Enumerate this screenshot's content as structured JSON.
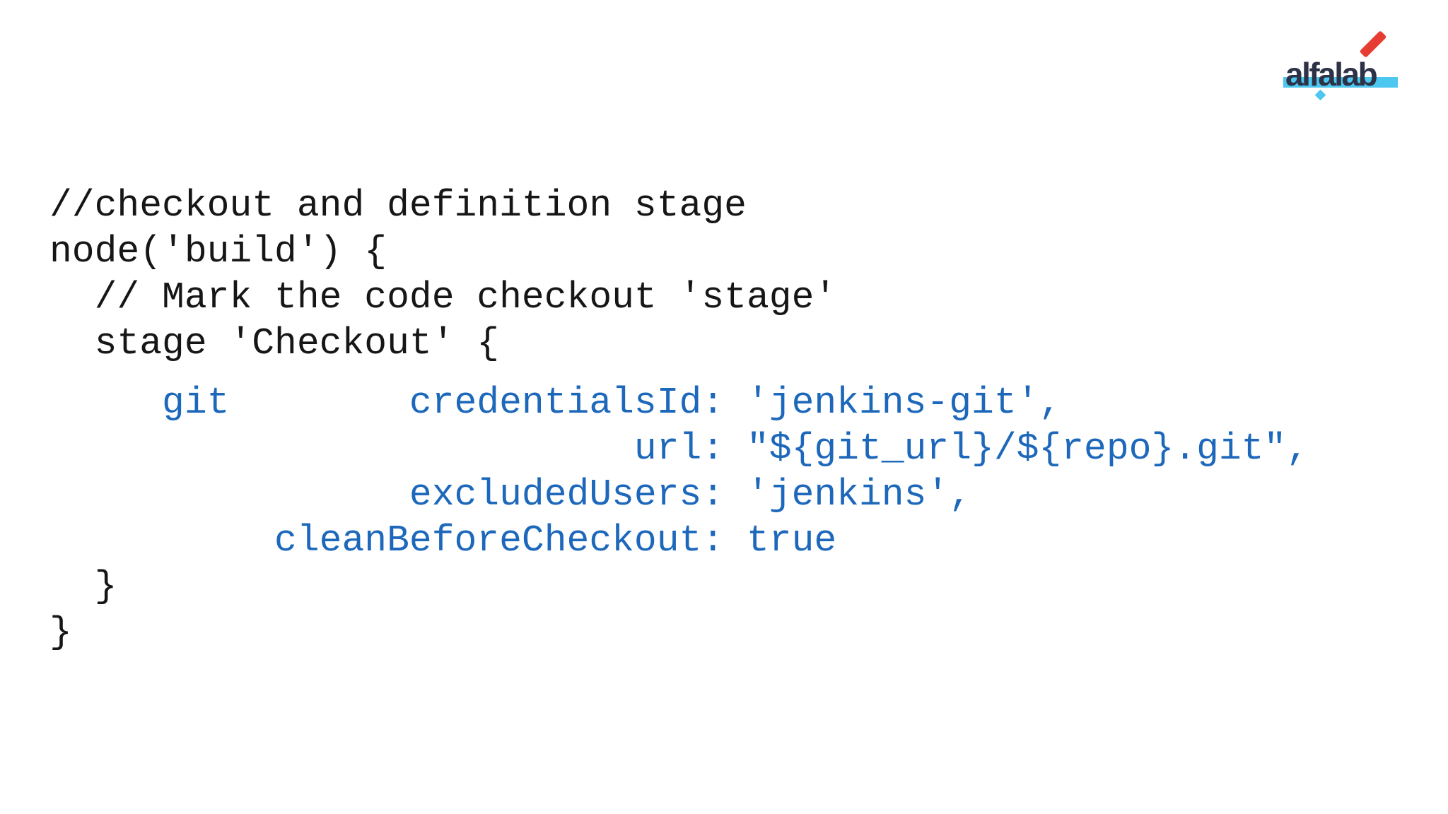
{
  "page": {
    "background_color": "#ffffff"
  },
  "logo": {
    "text": "alfalab",
    "colors": {
      "navy": "#2d3247",
      "cyan": "#4cc7ef",
      "red": "#e73c31"
    }
  },
  "code": {
    "language": "jenkins-pipeline-groovy",
    "colors": {
      "default": "#161616",
      "highlight": "#1d68bb"
    },
    "lines": [
      {
        "text": "//checkout and definition stage",
        "color": "default",
        "gap_before": false
      },
      {
        "text": "node('build') {",
        "color": "default",
        "gap_before": false
      },
      {
        "text": "  // Mark the code checkout 'stage'",
        "color": "default",
        "gap_before": false
      },
      {
        "text": "  stage 'Checkout' {",
        "color": "default",
        "gap_before": false
      },
      {
        "text": "     git        credentialsId: 'jenkins-git',",
        "color": "highlight",
        "gap_before": true
      },
      {
        "text": "                          url: \"${git_url}/${repo}.git\",",
        "color": "highlight",
        "gap_before": false
      },
      {
        "text": "                excludedUsers: 'jenkins',",
        "color": "highlight",
        "gap_before": false
      },
      {
        "text": "          cleanBeforeCheckout: true",
        "color": "highlight",
        "gap_before": false
      },
      {
        "text": "  }",
        "color": "default",
        "gap_before": false
      },
      {
        "text": "}",
        "color": "default",
        "gap_before": false
      }
    ]
  }
}
